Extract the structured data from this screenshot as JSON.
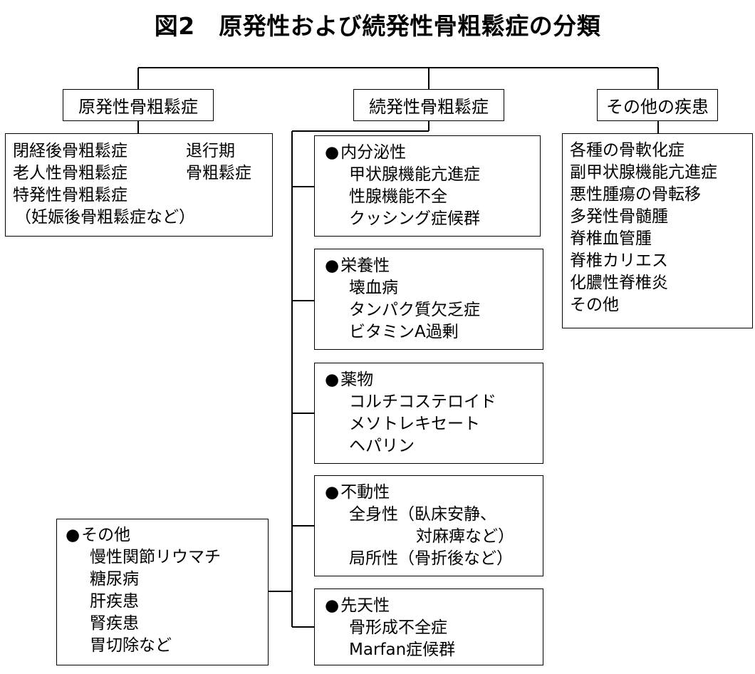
{
  "title": "図2　原発性および続発性骨粗鬆症の分類",
  "colors": {
    "line": "#000000",
    "background": "#ffffff"
  },
  "headers": {
    "primary": "原発性骨粗鬆症",
    "secondary": "続発性骨粗鬆症",
    "other": "その他の疾患"
  },
  "primary": {
    "items": [
      "閉経後骨粗鬆症",
      "老人性骨粗鬆症",
      "特発性骨粗鬆症",
      "（妊娠後骨粗鬆症など）"
    ],
    "brace_label": [
      "退行期",
      "骨粗鬆症"
    ]
  },
  "other_diseases": [
    "各種の骨軟化症",
    "副甲状腺機能亢進症",
    "悪性腫瘍の骨転移",
    "多発性骨髄腫",
    "脊椎血管腫",
    "脊椎カリエス",
    "化膿性脊椎炎",
    "その他"
  ],
  "bullet": "●",
  "groups": [
    {
      "title": "内分泌性",
      "items": [
        "甲状腺機能亢進症",
        "性腺機能不全",
        "クッシング症候群"
      ]
    },
    {
      "title": "栄養性",
      "items": [
        "壊血病",
        "タンパク質欠乏症",
        "ビタミンA過剰"
      ]
    },
    {
      "title": "薬物",
      "items": [
        "コルチコステロイド",
        "メソトレキセート",
        "ヘパリン"
      ]
    },
    {
      "title": "不動性",
      "items": [
        "全身性（臥床安静、",
        "対麻痺など）",
        "局所性（骨折後など）"
      ]
    },
    {
      "title": "先天性",
      "items": [
        "骨形成不全症",
        "Marfan症候群"
      ]
    },
    {
      "title": "その他",
      "items": [
        "慢性関節リウマチ",
        "糖尿病",
        "肝疾患",
        "腎疾患",
        "胃切除など"
      ]
    }
  ]
}
